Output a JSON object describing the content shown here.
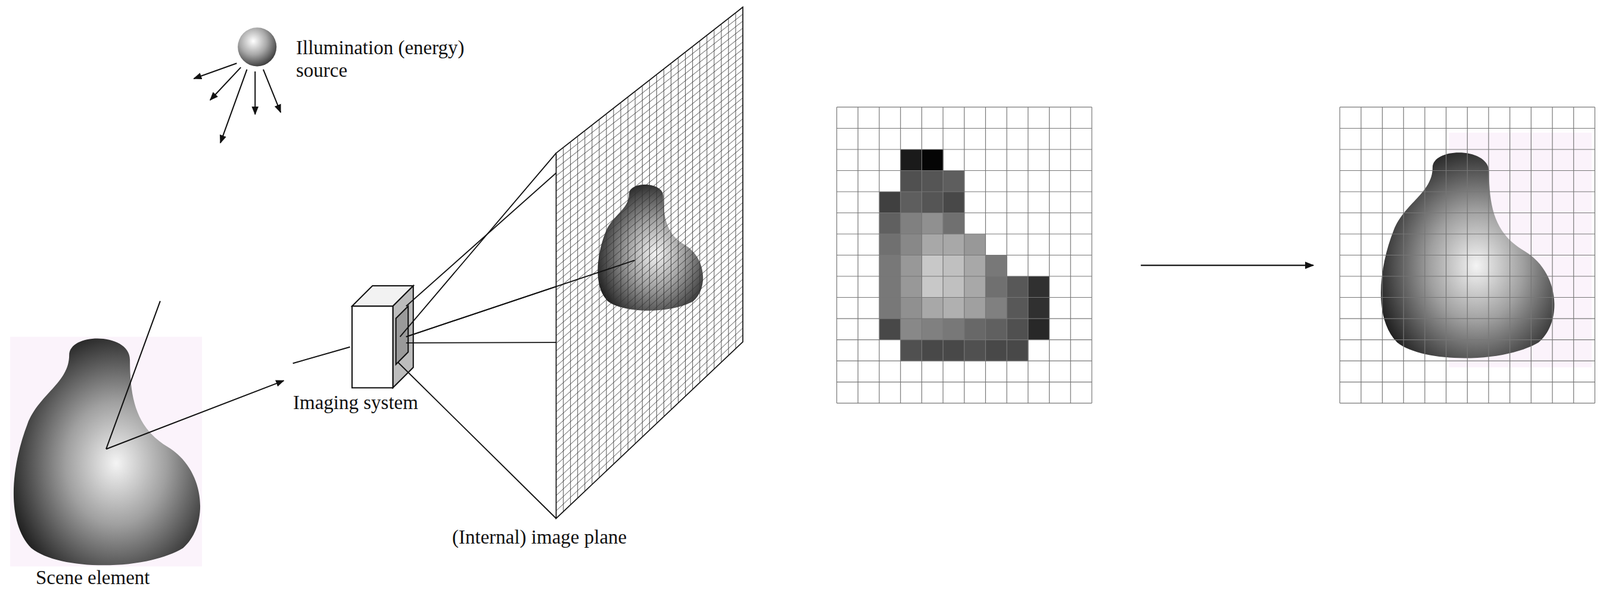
{
  "diagram": {
    "labels": [
      "Illumination (energy) source",
      "Imaging system",
      "(Internal) image plane",
      "Scene element"
    ]
  }
}
